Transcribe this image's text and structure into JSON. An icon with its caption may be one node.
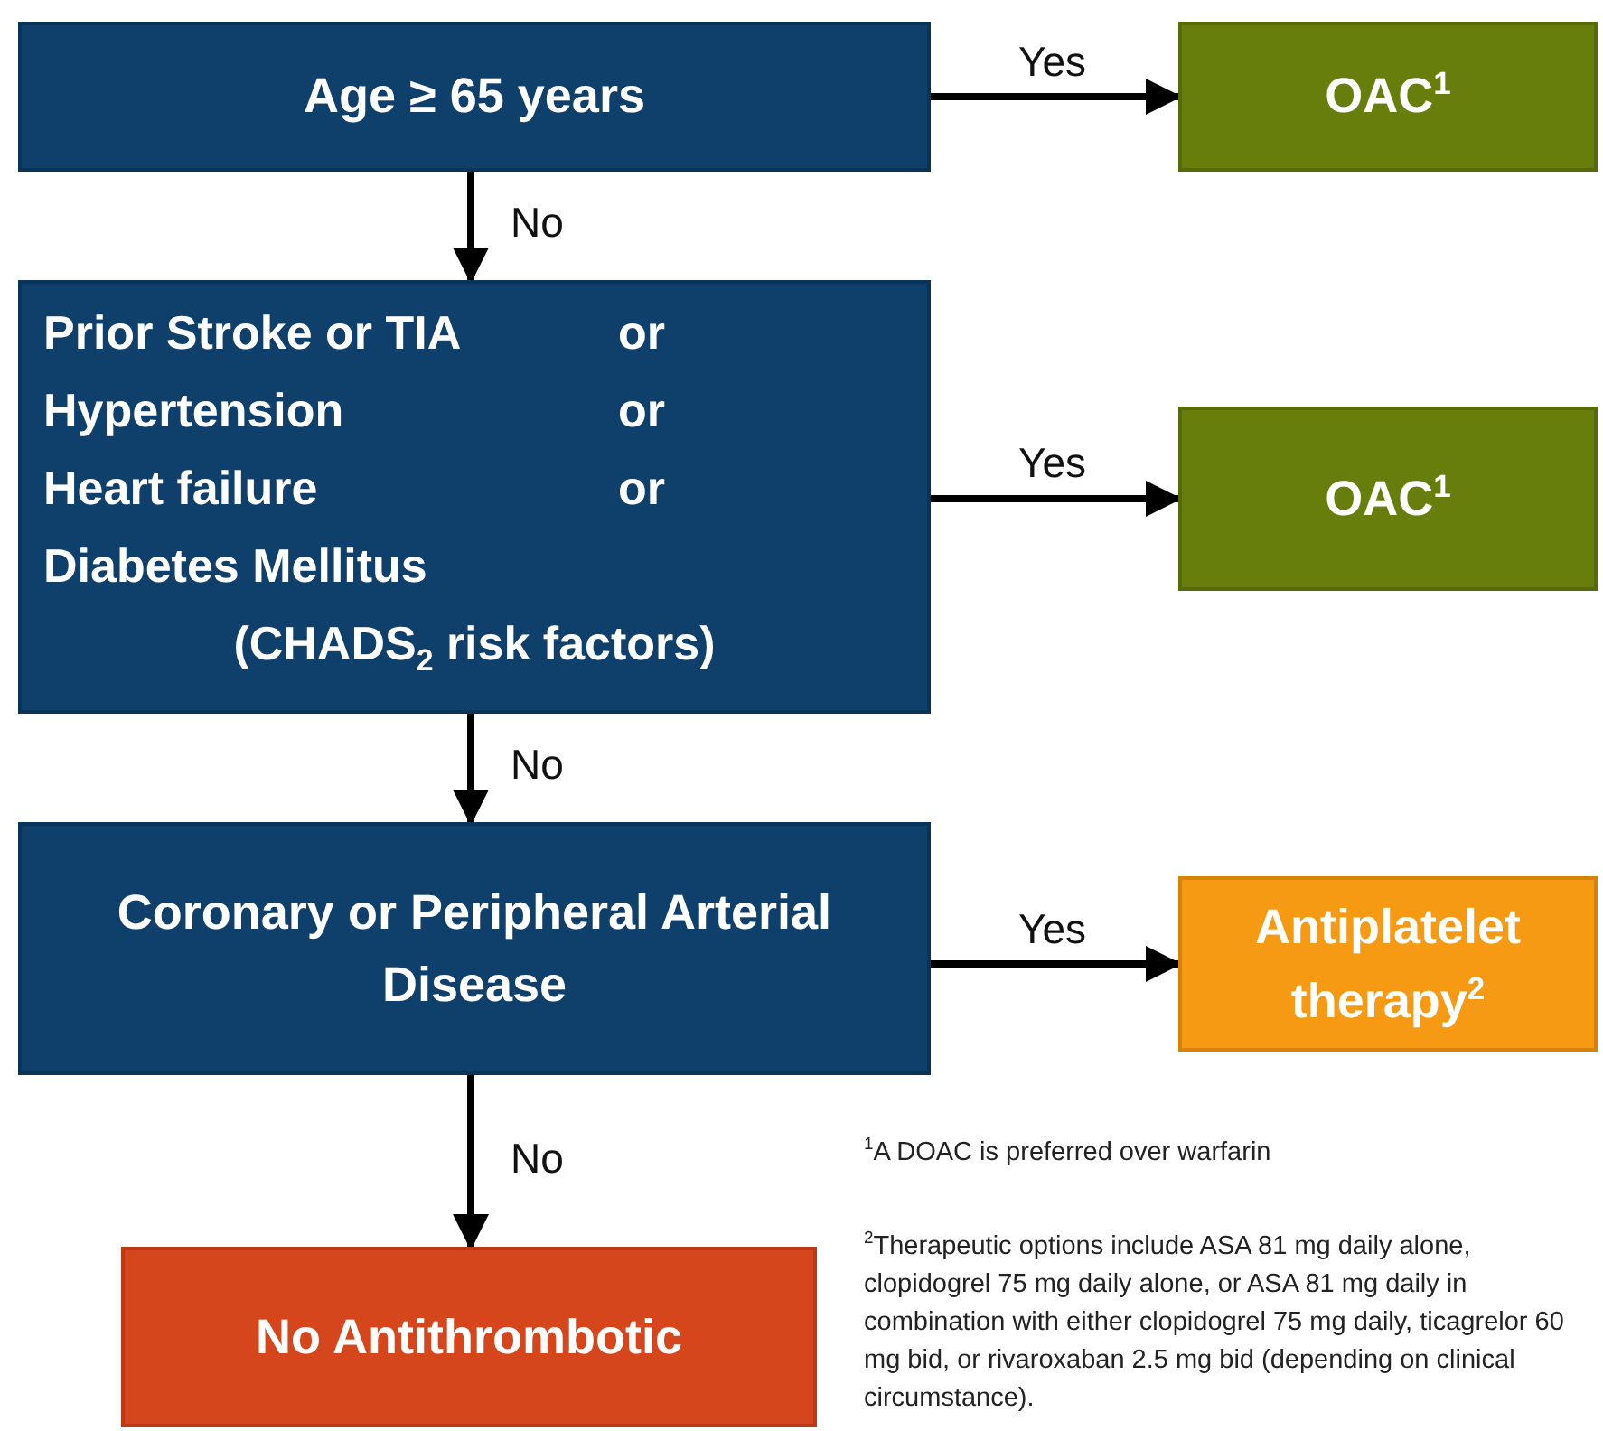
{
  "diagram": {
    "nodes": [
      {
        "text": [
          "Age ≥ 65 years"
        ]
      },
      {
        "text": [
          "OAC$^{1}$"
        ]
      },
      {
        "text": [
          "Prior Stroke or TIA",
          "or",
          "Hypertension",
          "or",
          "Heart failure",
          "or",
          "Diabetes Mellitus",
          "(CHADS$_{2}$ risk factors)"
        ]
      },
      {
        "text": [
          "OAC$^{1}$"
        ]
      },
      {
        "text": [
          "Coronary  or Peripheral Arterial Disease"
        ]
      },
      {
        "text": [
          "Antiplatelet therapy$^{2}$"
        ]
      },
      {
        "text": [
          "No Antithrombotic"
        ]
      }
    ],
    "edges": [
      {
        "from": 0,
        "to": 1,
        "arrow": "to",
        "label": "Yes"
      },
      {
        "from": 0,
        "to": 2,
        "arrow": "to",
        "label": "No"
      },
      {
        "from": 2,
        "to": 3,
        "arrow": "to",
        "label": "Yes"
      },
      {
        "from": 2,
        "to": 4,
        "arrow": "to",
        "label": "No"
      },
      {
        "from": 4,
        "to": 5,
        "arrow": "to",
        "label": "Yes"
      },
      {
        "from": 4,
        "to": 6,
        "arrow": "to",
        "label": "No"
      }
    ],
    "labels": [
      "$^{1}$A DOAC is preferred over warfarin",
      "$^{2}$Therapeutic options include ASA 81 mg daily alone, clopidogrel 75 mg daily alone, or ASA 81 mg daily in combination with either clopidogrel 75 mg daily, ticagrelor 60 mg bid, or rivaroxaban 2.5 mg bid (depending on clinical circumstance)."
    ]
  }
}
